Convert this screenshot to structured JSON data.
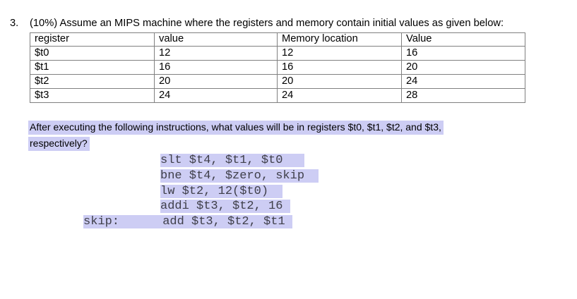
{
  "question": {
    "number": "3.",
    "intro": "(10%) Assume an MIPS machine where the registers and memory contain initial values as given below:"
  },
  "table": {
    "headers": [
      "register",
      "value",
      "Memory location",
      "Value"
    ],
    "rows": [
      [
        "$t0",
        "12",
        "12",
        "16"
      ],
      [
        "$t1",
        "16",
        "16",
        "20"
      ],
      [
        "$t2",
        "20",
        "20",
        "24"
      ],
      [
        "$t3",
        "24",
        "24",
        "28"
      ]
    ]
  },
  "prompt": {
    "lines": [
      "After executing the following instructions, what values will be in registers $t0, $t1, $t2, and $t3,",
      "respectively?"
    ]
  },
  "code": {
    "lines": [
      "slt $t4, $t1, $t0   ",
      "bne $t4, $zero, skip  ",
      "lw $t2, 12($t0)  ",
      "addi $t3, $t2, 16 ",
      "skip:      add $t3, $t2, $t1 "
    ],
    "label": "skip:"
  },
  "colors": {
    "highlight": "#cdcdf4",
    "table_border": "#808080",
    "code_text": "#3f3f4a",
    "body_text": "#000000",
    "background": "#ffffff"
  }
}
